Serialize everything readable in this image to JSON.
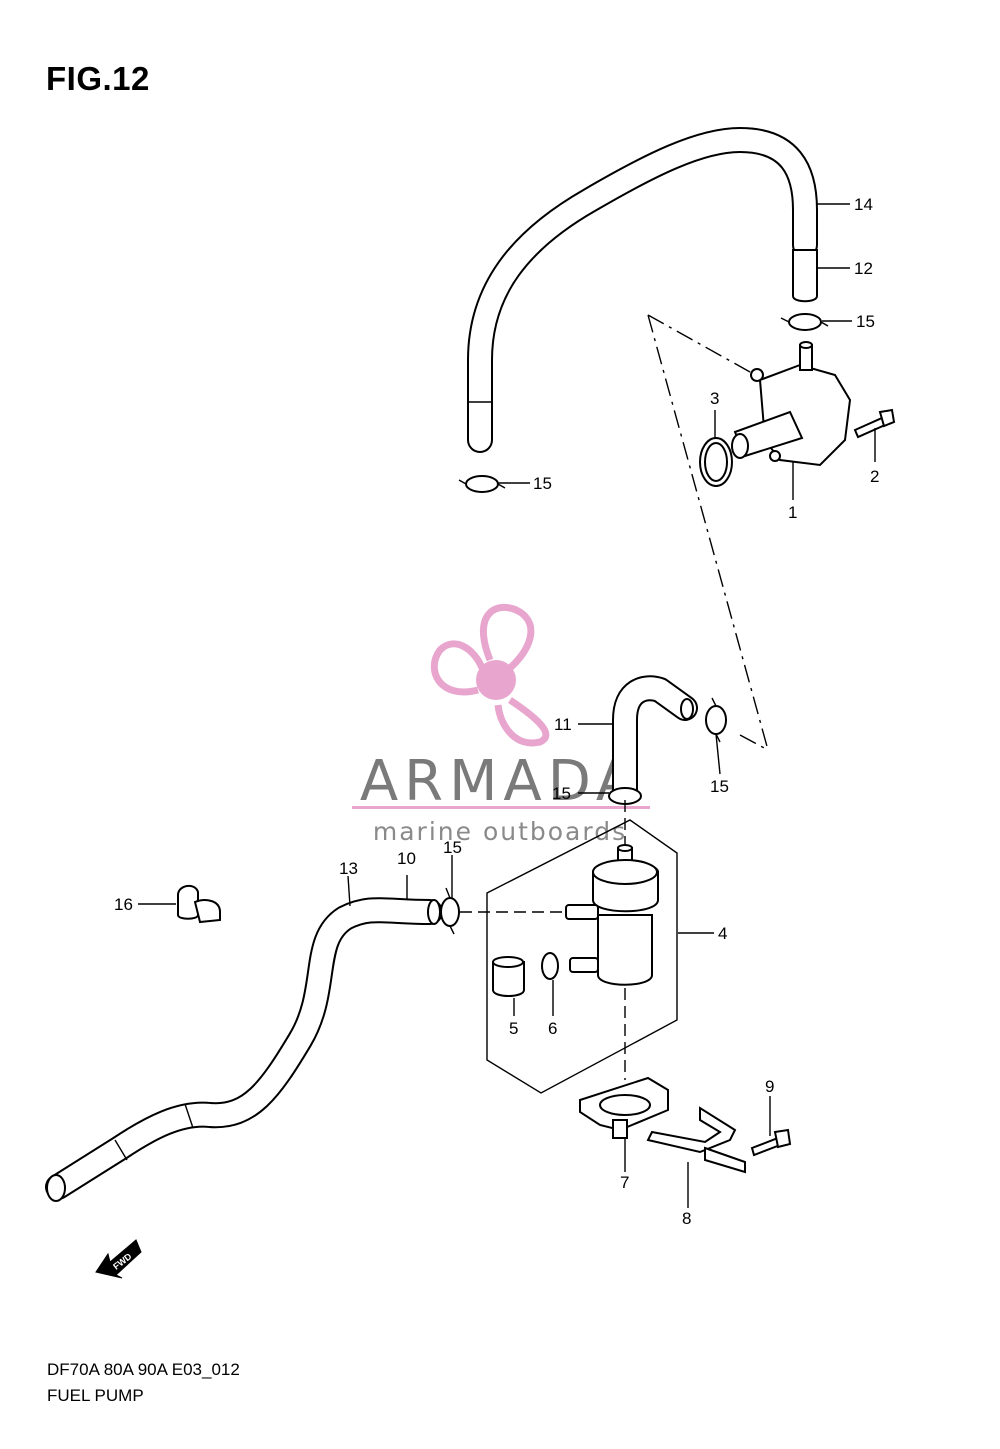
{
  "figure": {
    "title": "FIG.12",
    "model_code": "DF70A 80A 90A E03_012",
    "section_name": "FUEL PUMP"
  },
  "watermark": {
    "brand": "ARMADA",
    "tagline": "marine outboards",
    "color_primary": "#e8a6cf",
    "color_text": "#7a7a7a"
  },
  "fwd_arrow": {
    "label": "FWD"
  },
  "callouts": [
    {
      "id": "1",
      "label": "1"
    },
    {
      "id": "2",
      "label": "2"
    },
    {
      "id": "3",
      "label": "3"
    },
    {
      "id": "4",
      "label": "4"
    },
    {
      "id": "5",
      "label": "5"
    },
    {
      "id": "6",
      "label": "6"
    },
    {
      "id": "7",
      "label": "7"
    },
    {
      "id": "8",
      "label": "8"
    },
    {
      "id": "9",
      "label": "9"
    },
    {
      "id": "10",
      "label": "10"
    },
    {
      "id": "11",
      "label": "11"
    },
    {
      "id": "12",
      "label": "12"
    },
    {
      "id": "13",
      "label": "13"
    },
    {
      "id": "14",
      "label": "14"
    },
    {
      "id": "15a",
      "label": "15"
    },
    {
      "id": "15b",
      "label": "15"
    },
    {
      "id": "15c",
      "label": "15"
    },
    {
      "id": "15d",
      "label": "15"
    },
    {
      "id": "15e",
      "label": "15"
    },
    {
      "id": "16",
      "label": "16"
    }
  ]
}
